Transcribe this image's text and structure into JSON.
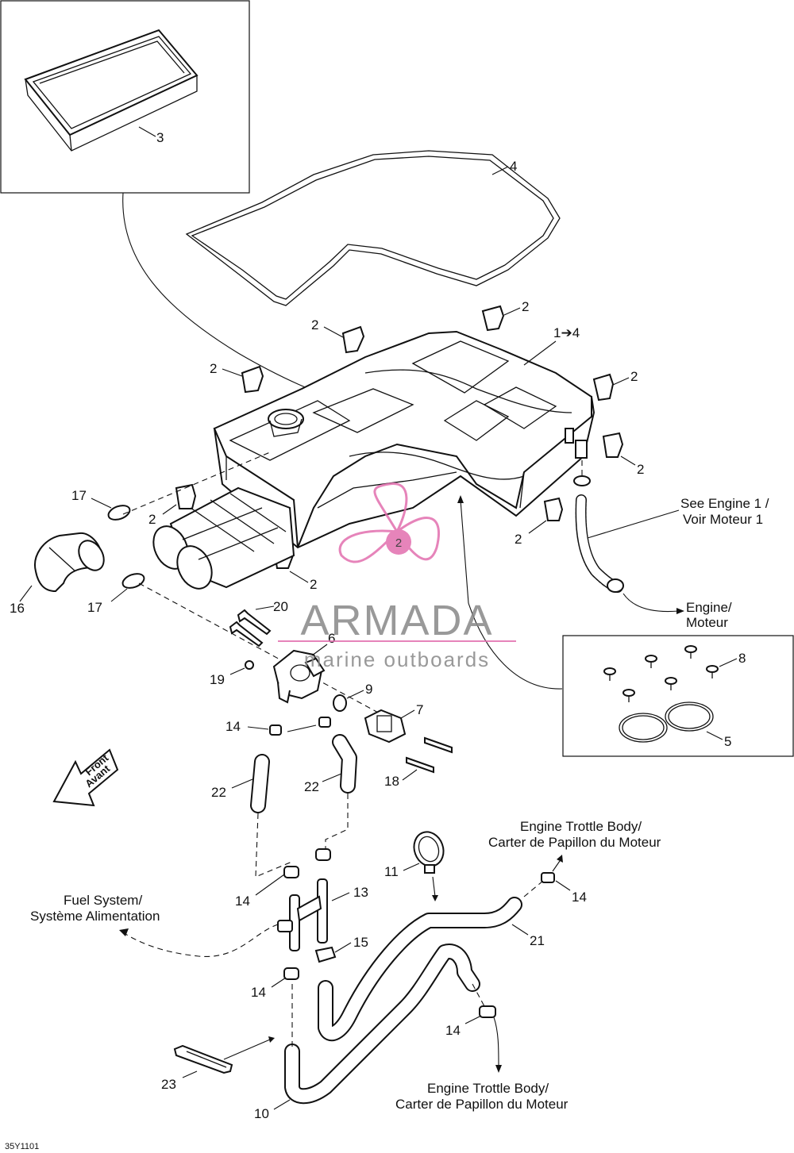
{
  "diagram": {
    "code": "35Y1101",
    "part_numbers": {
      "n3": "3",
      "n4": "4",
      "n1to4": "1➔4",
      "n2": "2",
      "n17": "17",
      "n16": "16",
      "n20": "20",
      "n6": "6",
      "n19": "19",
      "n9": "9",
      "n7": "7",
      "n14": "14",
      "n18": "18",
      "n22": "22",
      "n8": "8",
      "n5": "5",
      "n11": "11",
      "n13": "13",
      "n15": "15",
      "n21": "21",
      "n23": "23",
      "n10": "10"
    },
    "notes": {
      "see_engine_en": "See Engine 1 /",
      "see_engine_fr": "Voir Moteur 1",
      "engine_en": "Engine/",
      "engine_fr": "Moteur",
      "fuel_en": "Fuel System/",
      "fuel_fr": "Système Alimentation",
      "throttle_top_en": "Engine Trottle Body/",
      "throttle_top_fr": "Carter de Papillon du Moteur",
      "throttle_bot_en": "Engine Trottle Body/",
      "throttle_bot_fr": "Carter de Papillon du Moteur",
      "front_en": "Front",
      "front_fr": "Avant"
    },
    "watermark": {
      "title": "ARMADA",
      "subtitle": "marine outboards",
      "badge": "2",
      "color": "#e26fae"
    }
  }
}
